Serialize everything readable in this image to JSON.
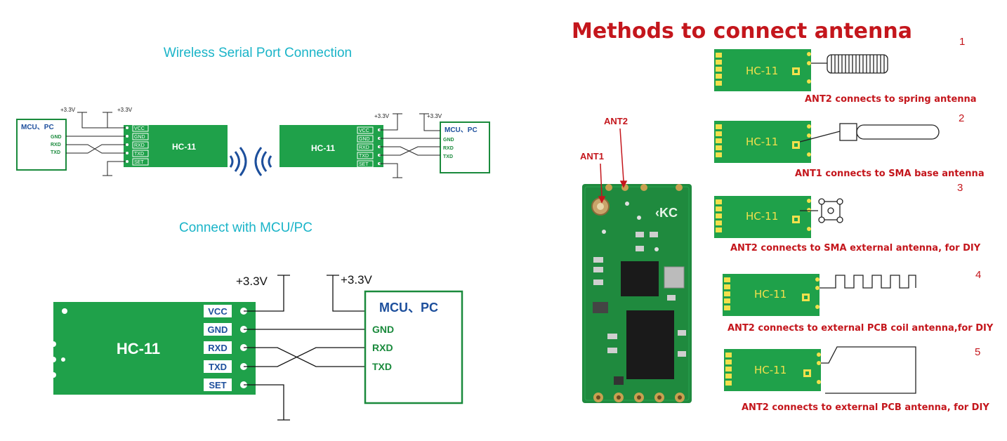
{
  "colors": {
    "pcb_green": "#1fa14a",
    "pad_yellow": "#f2e04c",
    "title_cyan": "#1ab4c8",
    "mcu_blue": "#1d4f9c",
    "wire_green": "#1a8a3c",
    "caption_red": "#c4161c"
  },
  "left_panel": {
    "title_top": "Wireless Serial Port Connection",
    "title_bottom": "Connect with MCU/PC",
    "module_label": "HC-11",
    "mcu_label": "MCU、PC",
    "supply_label": "+3.3V",
    "module_pins": [
      "VCC",
      "GND",
      "RXD",
      "TXD",
      "SET"
    ],
    "small_mcu_pins_left": [
      "GND",
      "RXD",
      "TXD"
    ],
    "small_mcu_pins_right": [
      "GND",
      "RXD",
      "TXD"
    ],
    "mcu_pins": [
      "GND",
      "RXD",
      "TXD"
    ]
  },
  "right_panel": {
    "title": "Methods to connect antenna",
    "pcb_labels": [
      "ANT1",
      "ANT2"
    ],
    "thumb_module_label": "HC-11",
    "methods": [
      {
        "number": "1",
        "caption": "ANT2 connects to spring antenna"
      },
      {
        "number": "2",
        "caption": "ANT1 connects to SMA base antenna"
      },
      {
        "number": "3",
        "caption": "ANT2 connects to SMA external antenna, for DIY"
      },
      {
        "number": "4",
        "caption": "ANT2 connects to external PCB coil antenna,for DIY"
      },
      {
        "number": "5",
        "caption": "ANT2 connects to external PCB antenna, for DIY"
      }
    ]
  }
}
